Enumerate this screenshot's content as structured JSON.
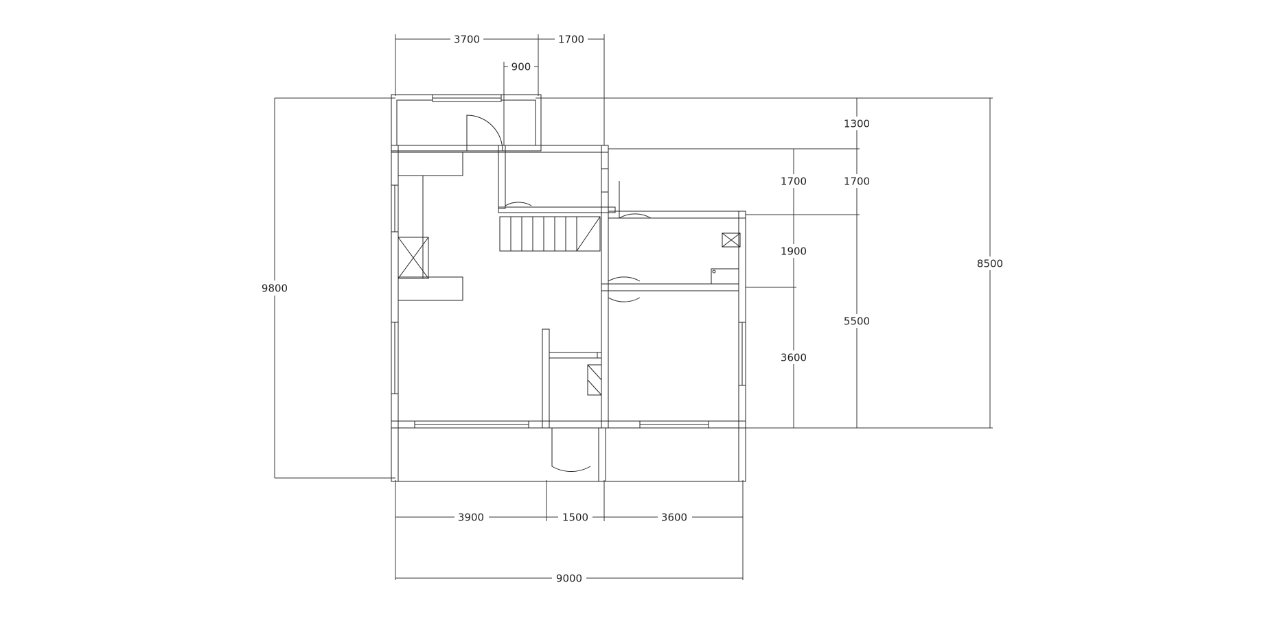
{
  "drawing": {
    "stroke_color": "#222222",
    "background": "#ffffff",
    "dimensions": {
      "top_a": "3700",
      "top_b": "1700",
      "top_c": "900",
      "bottom_a": "3900",
      "bottom_b": "1500",
      "bottom_c": "3600",
      "bottom_total": "9000",
      "left_total": "9800",
      "right_inner_a": "1700",
      "right_inner_b": "1900",
      "right_inner_c": "3600",
      "right_mid_a": "1300",
      "right_mid_b": "1700",
      "right_mid_c": "5500",
      "right_total": "8500"
    }
  }
}
